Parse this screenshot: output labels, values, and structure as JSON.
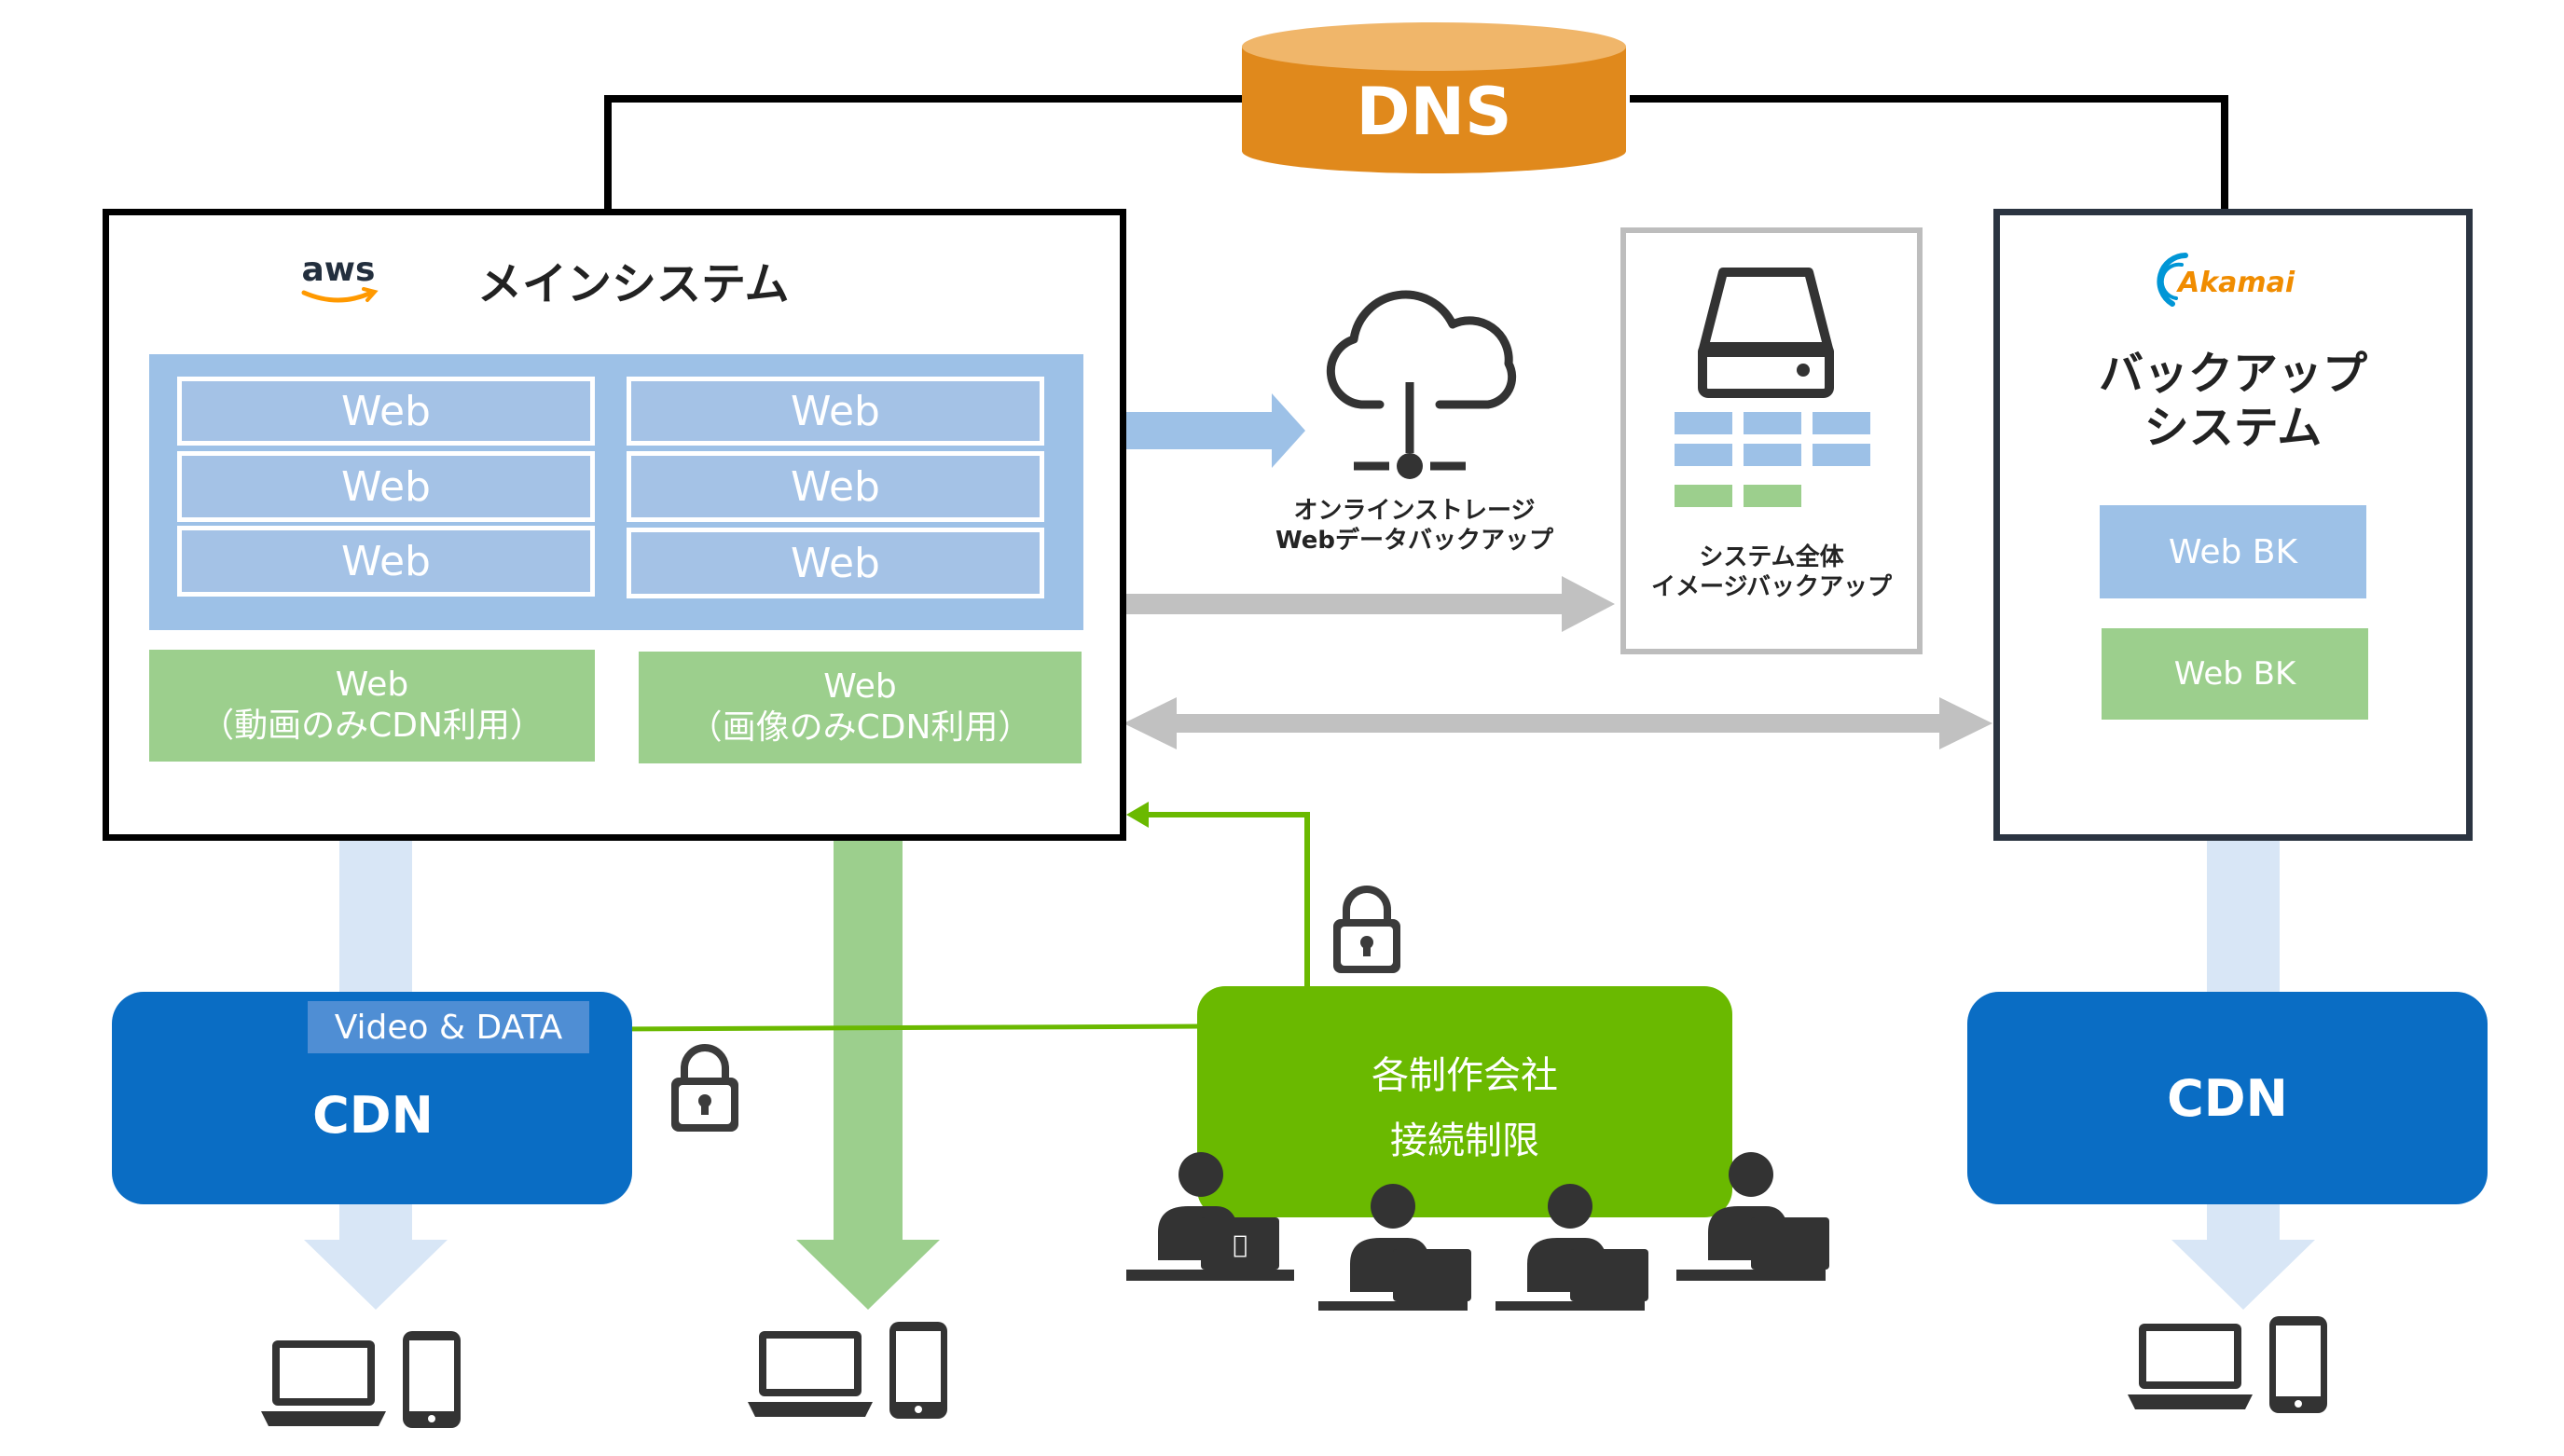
{
  "dns": {
    "label": "DNS"
  },
  "main_system": {
    "logo_text": "aws",
    "title": "メインシステム",
    "web_servers": [
      "Web",
      "Web",
      "Web",
      "Web",
      "Web",
      "Web"
    ],
    "cdn_web_video": {
      "line1": "Web",
      "line2": "（動画のみCDN利用）"
    },
    "cdn_web_image": {
      "line1": "Web",
      "line2": "（画像のみCDN利用）"
    }
  },
  "online_storage": {
    "line1": "オンラインストレージ",
    "line2": "Webデータバックアップ"
  },
  "image_backup": {
    "line1": "システム全体",
    "line2": "イメージバックアップ"
  },
  "backup_system": {
    "logo_text": "Akamai",
    "title_line1": "バックアップ",
    "title_line2": "システム",
    "web_bk_1": "Web BK",
    "web_bk_2": "Web BK"
  },
  "cdn_left": {
    "label": "CDN",
    "sub_label": "Video & DATA"
  },
  "cdn_right": {
    "label": "CDN"
  },
  "production": {
    "line1": "各制作会社",
    "line2": "接続制限"
  },
  "colors": {
    "dns": "#e0891c",
    "dns_top": "#f0b66a",
    "web_blue": "#a4c2e6",
    "web_green": "#9ccf8d",
    "cdn_blue": "#0a6dc4",
    "production_green": "#6ab900",
    "arrow_gray": "#c1c1c1",
    "arrow_light_blue": "#d8e6f6"
  }
}
